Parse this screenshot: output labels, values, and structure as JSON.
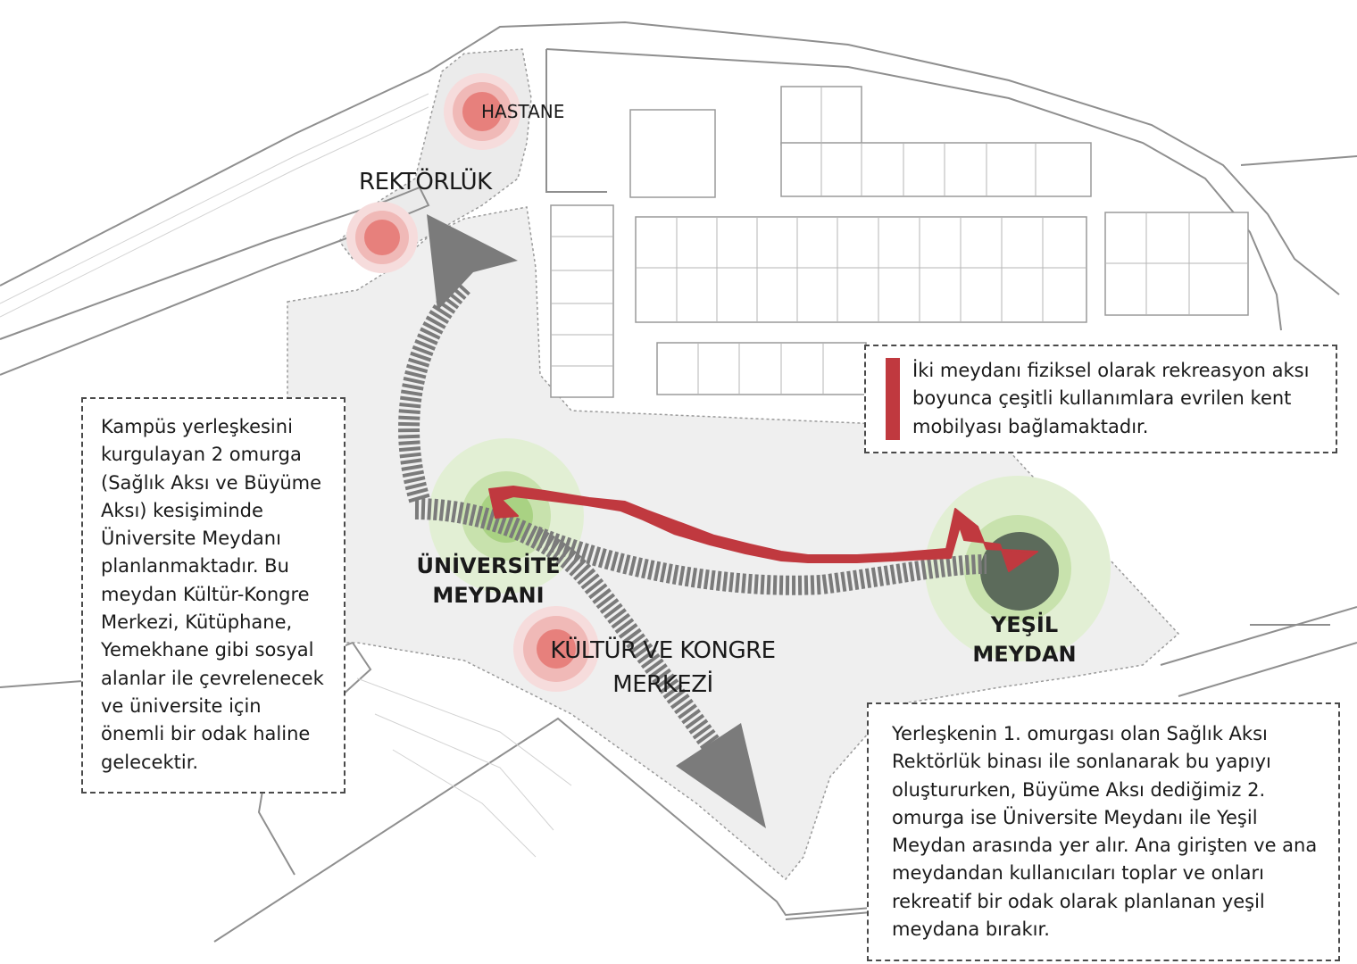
{
  "labels": {
    "hastane": "HASTANE",
    "rektorluk": "REKTÖRLÜK",
    "universite_line1": "ÜNİVERSİTE",
    "universite_line2": "MEYDANI",
    "kultur_line1": "KÜLTÜR VE KONGRE",
    "kultur_line2": "MERKEZİ",
    "yesil_line1": "YEŞİL",
    "yesil_line2": "MEYDAN"
  },
  "notes": {
    "left": "Kampüs yerleşkesini kurgulayan 2 omurga (Sağlık Aksı ve Büyüme Aksı) kesişiminde Üniversite Meydanı planlanmaktadır. Bu meydan Kültür-Kongre Merkezi, Kütüphane, Yemekhane gibi sosyal alanlar ile çevrelenecek ve üniversite için önemli bir odak haline gelecektir.",
    "top_right": "İki meydanı fiziksel olarak rekreasyon aksı boyunca çeşitli kullanımlara evrilen kent mobilyası bağlamaktadır.",
    "bottom_right": "Yerleşkenin 1. omurgası olan Sağlık Aksı Rektörlük binası ile sonlanarak bu yapıyı oluştururken, Büyüme Aksı dediğimiz 2. omurga ise Üniversite Meydanı ile Yeşil Meydan arasında yer alır. Ana girişten ve ana meydandan kullanıcıları toplar ve onları rekreatif bir odak olarak planlanan yeşil meydana bırakır."
  },
  "colors": {
    "red_node_outer": "#f6dcdc",
    "red_node_mid": "#f0b9b7",
    "red_node_inner": "#e7807c",
    "green_node_outer": "#e2efd4",
    "green_node_mid": "#c8e2ad",
    "green_node_inner": "#a9d283",
    "dark_node": "#5c6b5b",
    "recreation_axis": "#c0393f",
    "axis_arrow": "#7b7b7b",
    "site_fill": "#efefef",
    "outline": "#9a9a9a"
  }
}
